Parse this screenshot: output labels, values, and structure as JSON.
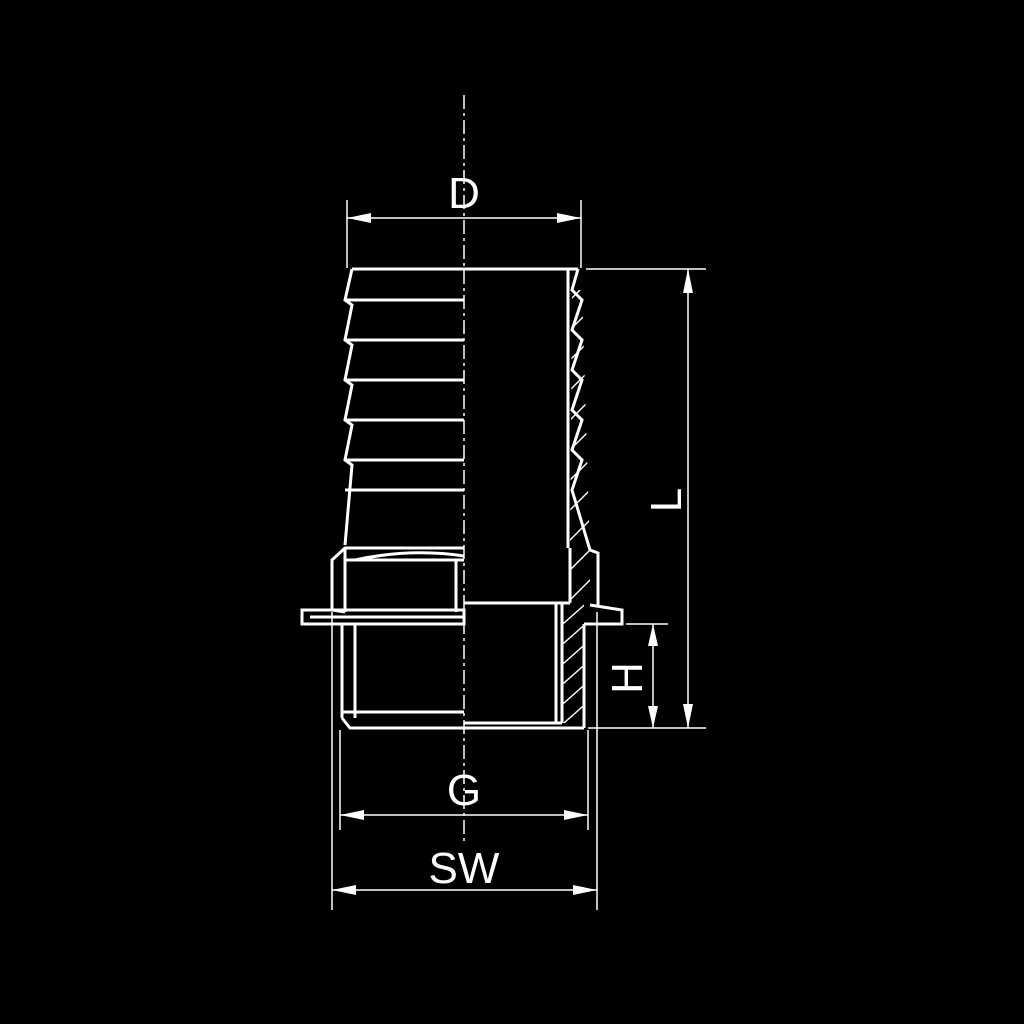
{
  "labels": {
    "diameter": "D",
    "length": "L",
    "thread_height": "H",
    "thread": "G",
    "wrench_size": "SW"
  },
  "colors": {
    "background": "#000000",
    "lines": "#ffffff"
  }
}
